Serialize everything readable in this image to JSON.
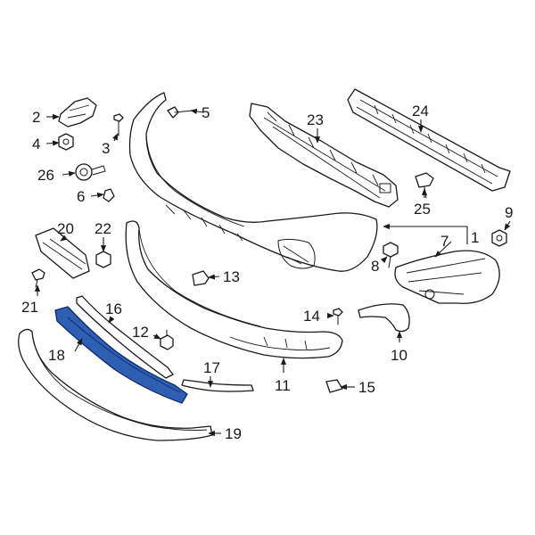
{
  "diagram": {
    "highlight_color": "#2f5fb3",
    "callouts": {
      "c1": "1",
      "c2": "2",
      "c3": "3",
      "c4": "4",
      "c5": "5",
      "c6": "6",
      "c7": "7",
      "c8": "8",
      "c9": "9",
      "c10": "10",
      "c11": "11",
      "c12": "12",
      "c13": "13",
      "c14": "14",
      "c15": "15",
      "c16": "16",
      "c17": "17",
      "c18": "18",
      "c19": "19",
      "c20": "20",
      "c21": "21",
      "c22": "22",
      "c23": "23",
      "c24": "24",
      "c25": "25",
      "c26": "26"
    }
  }
}
